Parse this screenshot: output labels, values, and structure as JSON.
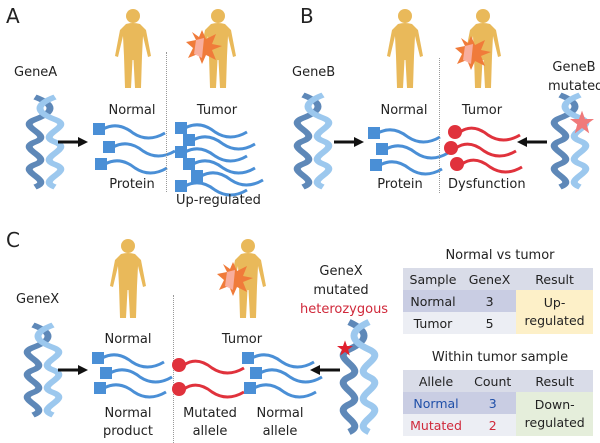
{
  "panels": {
    "A": {
      "letter": "A",
      "gene": "GeneA",
      "normal_label": "Normal",
      "tumor_label": "Tumor",
      "protein_label": "Protein",
      "tumor_result": "Up-regulated"
    },
    "B": {
      "letter": "B",
      "gene": "GeneB",
      "mutated_gene_line1": "GeneB",
      "mutated_gene_line2": "mutated",
      "normal_label": "Normal",
      "tumor_label": "Tumor",
      "protein_label": "Protein",
      "tumor_result": "Dysfunction"
    },
    "C": {
      "letter": "C",
      "gene": "GeneX",
      "mutated_gene_line1": "GeneX",
      "mutated_gene_line2": "mutated",
      "mutated_gene_line3": "heterozygous",
      "normal_label": "Normal",
      "tumor_label": "Tumor",
      "normal_product_line1": "Normal",
      "normal_product_line2": "product",
      "mutated_allele_line1": "Mutated",
      "mutated_allele_line2": "allele",
      "normal_allele_line1": "Normal",
      "normal_allele_line2": "allele"
    }
  },
  "table1": {
    "title": "Normal vs tumor",
    "headers": [
      "Sample",
      "GeneX",
      "Result"
    ],
    "rows": [
      {
        "sample": "Normal",
        "value": "3"
      },
      {
        "sample": "Tumor",
        "value": "5"
      }
    ],
    "result_line1": "Up-",
    "result_line2": "regulated"
  },
  "table2": {
    "title": "Within tumor sample",
    "headers": [
      "Allele",
      "Count",
      "Result"
    ],
    "rows": [
      {
        "allele": "Normal",
        "count": "3"
      },
      {
        "allele": "Mutated",
        "count": "2"
      }
    ],
    "result_line1": "Down-",
    "result_line2": "regulated"
  },
  "colors": {
    "protein_normal": "#4a8fd6",
    "protein_mutated": "#e0323c",
    "body": "#e9b95a",
    "tumor": "#f07b3a",
    "dna_light": "#9cc8ee",
    "dna_dark": "#5e88b8"
  }
}
